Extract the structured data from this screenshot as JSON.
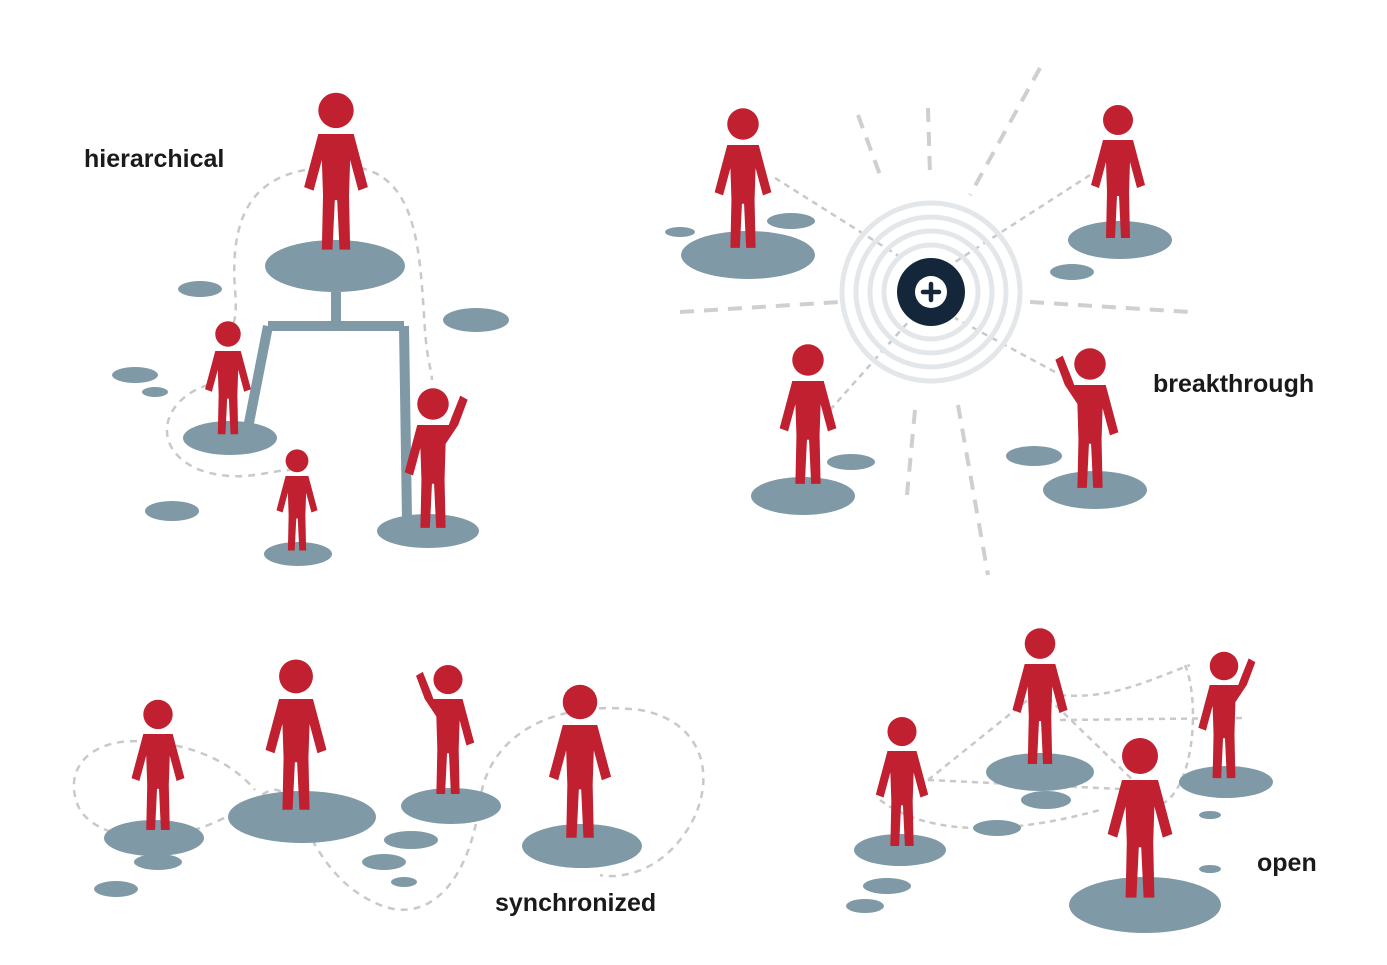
{
  "labels": {
    "hierarchical": "hierarchical",
    "breakthrough": "breakthrough",
    "synchronized": "synchronized",
    "open": "open"
  },
  "colors": {
    "person": "#c0202f",
    "platform": "#7f99a7",
    "dashed": "#c9c9c9",
    "hub": "#14263a",
    "ring": "#e4e7ea",
    "label": "#1a1a1a"
  },
  "icons": {
    "hub": "plus-circle-icon",
    "person": "person-icon"
  }
}
